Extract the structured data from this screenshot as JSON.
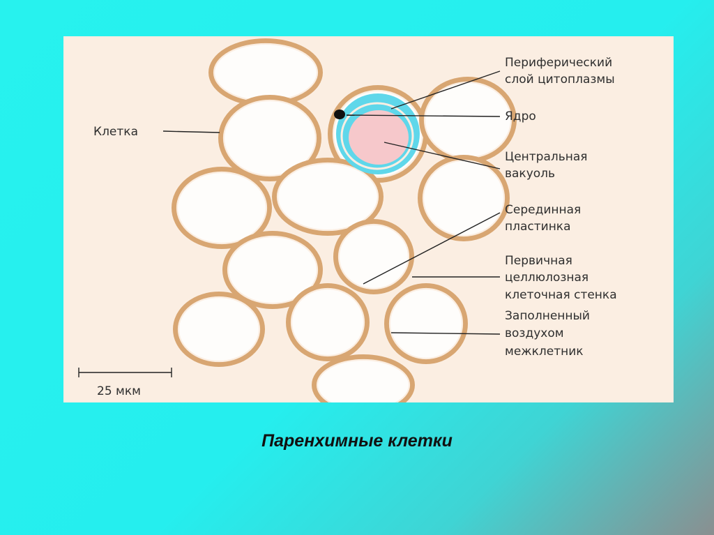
{
  "diagram": {
    "labels": {
      "cell": "Клетка",
      "peripheral_1": "Периферический",
      "peripheral_2": "слой цитоплазмы",
      "nucleus": "Ядро",
      "vacuole_1": "Центральная",
      "vacuole_2": "вакуоль",
      "middle_1": "Серединная",
      "middle_2": "пластинка",
      "wall_1": "Первичная",
      "wall_2": "целлюлозная",
      "wall_3": "клеточная стенка",
      "space_1": "Заполненный",
      "space_2": "воздухом",
      "space_3": "межклетник"
    },
    "scale_bar": "25 мкм",
    "colors": {
      "background": "#fbeee2",
      "cell_wall": "#d8a672",
      "cytoplasm": "#5fd7ea",
      "vacuole": "#f6c8cb",
      "nucleus": "#111111"
    }
  },
  "caption": "Паренхимные клетки"
}
